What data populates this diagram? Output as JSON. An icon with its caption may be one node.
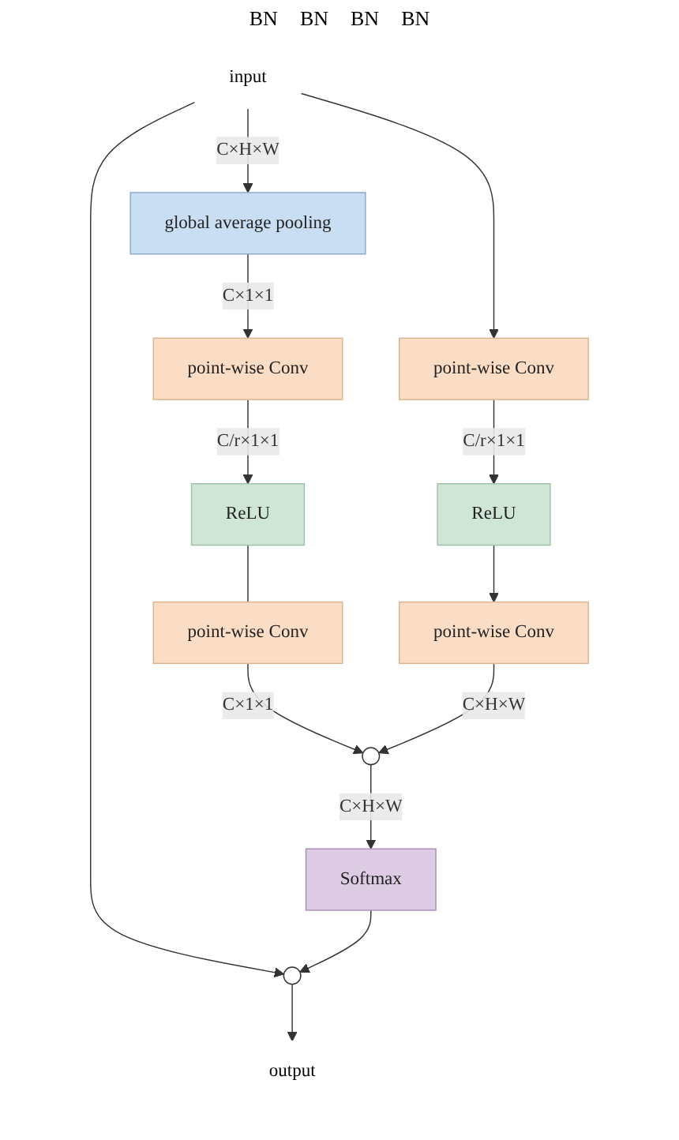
{
  "diagram": {
    "nodes": [
      {
        "text": [
          "input"
        ]
      },
      {
        "text": [
          "global average pooling"
        ]
      },
      {
        "text": [
          "point-wise Conv"
        ]
      },
      {
        "text": [
          "point-wise Conv"
        ]
      },
      {
        "text": [
          "ReLU"
        ]
      },
      {
        "text": [
          "ReLU"
        ]
      },
      {
        "text": [
          "point-wise Conv"
        ]
      },
      {
        "text": [
          "point-wise Conv"
        ]
      },
      {
        "text": [],
        "shape": "circle"
      },
      {
        "text": [
          "Softmax"
        ]
      },
      {
        "text": [],
        "shape": "circle"
      },
      {
        "text": [
          "output"
        ]
      }
    ],
    "edges": [
      {
        "from": 0,
        "to": 10,
        "arrow": "to"
      },
      {
        "from": 0,
        "to": 1,
        "arrow": "to",
        "label": "C×H×W"
      },
      {
        "from": 0,
        "to": 3,
        "arrow": "to"
      },
      {
        "from": 1,
        "to": 2,
        "arrow": "to",
        "label": "C×1×1"
      },
      {
        "from": 2,
        "to": 4,
        "arrow": "to",
        "label": "C/r×1×1"
      },
      {
        "from": 3,
        "to": 5,
        "arrow": "to",
        "label": "C/r×1×1"
      },
      {
        "from": 4,
        "to": 6,
        "arrow": "none"
      },
      {
        "from": 5,
        "to": 7,
        "arrow": "to"
      },
      {
        "from": 6,
        "to": 8,
        "arrow": "to",
        "label": "C×1×1"
      },
      {
        "from": 7,
        "to": 8,
        "arrow": "to",
        "label": "C×H×W"
      },
      {
        "from": 8,
        "to": 9,
        "arrow": "to",
        "label": "C×H×W"
      },
      {
        "from": 9,
        "to": 10,
        "arrow": "to"
      },
      {
        "from": 10,
        "to": 11,
        "arrow": "to"
      }
    ],
    "labels": [
      "BN",
      "BN",
      "BN",
      "BN"
    ]
  }
}
